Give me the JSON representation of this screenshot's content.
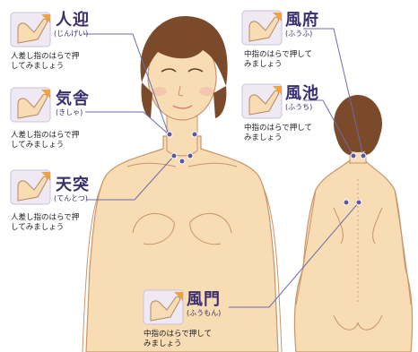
{
  "points": [
    {
      "id": "jingei",
      "name": "人迎",
      "reading": "(じんげい)",
      "instruction": [
        "人差し指のはらで押",
        "してみましょう"
      ]
    },
    {
      "id": "kisha",
      "name": "気舎",
      "reading": "(きしゃ)",
      "instruction": [
        "人差し指のはらで押",
        "してみましょう"
      ]
    },
    {
      "id": "tentotsu",
      "name": "天突",
      "reading": "(てんとつ)",
      "instruction": [
        "人差し指のはらで押",
        "してみましょう"
      ]
    },
    {
      "id": "fufu",
      "name": "風府",
      "reading": "(ふうふ)",
      "instruction": [
        "中指のはらで押して",
        "みましょう"
      ]
    },
    {
      "id": "fuchi",
      "name": "風池",
      "reading": "(ふうち)",
      "instruction": [
        "中指のはらで押して",
        "みましょう"
      ]
    },
    {
      "id": "fumon",
      "name": "風門",
      "reading": "(ふうもん)",
      "instruction": [
        "中指のはらで押して",
        "みましょう"
      ]
    }
  ],
  "colors": {
    "skin": "#f7dcb4",
    "skin_outline": "#c9946a",
    "hair": "#7a4a2a",
    "line": "#6f6aa8",
    "dot": "#5b57a0",
    "title_text": "#3a2e6e",
    "icon_bg": "#efe9f3",
    "icon_accent": "#f2a23a"
  },
  "icons": [
    "pressing-finger-icon"
  ]
}
